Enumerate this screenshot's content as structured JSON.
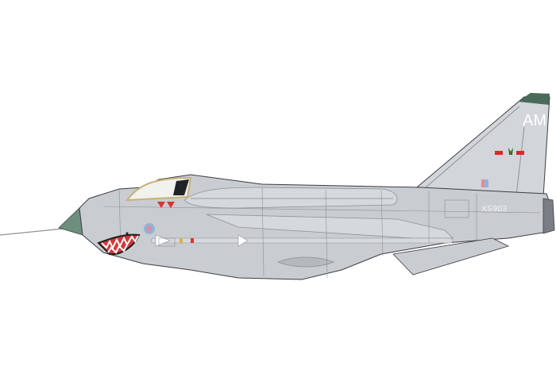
{
  "illustration": {
    "subject": "Jet fighter side profile with shark-mouth nose art",
    "tail_code": "AM",
    "serial": "XS903",
    "colors": {
      "background": "#ffffff",
      "fuselage": "#c9ccd0",
      "fuselage_light": "#d6d9dc",
      "fuselage_dark": "#b5b9be",
      "panel_line": "#8d9298",
      "outline": "#3a3d41",
      "nose_cone": "#6e8f7e",
      "fin_tip": "#4a6a5a",
      "canopy_frame": "#c8b27a",
      "roundel_red": "#e48a98",
      "roundel_blue": "#8fb4d8",
      "fin_flash_red": "#e2232a",
      "maple_leaf": "#3e6b2a",
      "shark_mouth_red": "#d23a3a",
      "shark_teeth": "#ffffff",
      "shark_outline": "#1e1e1e",
      "warning_red": "#e03030"
    }
  }
}
